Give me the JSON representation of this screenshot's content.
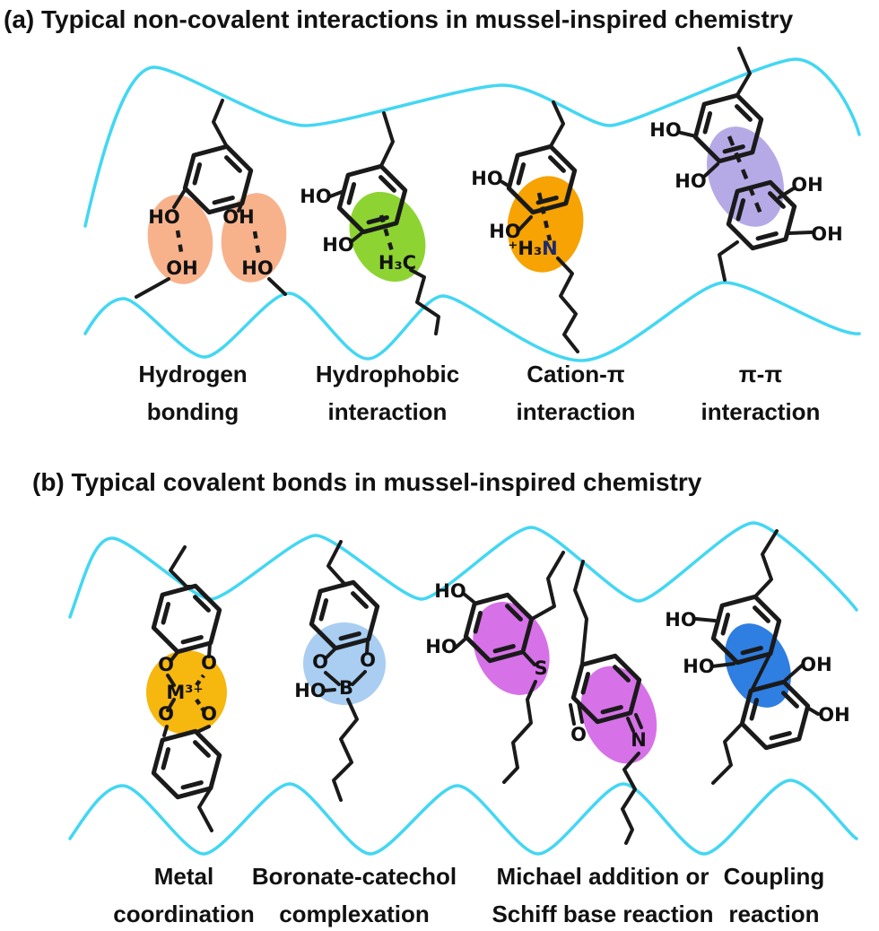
{
  "section_a": {
    "title": "(a) Typical non-covalent interactions in mussel-inspired chemistry",
    "items": [
      {
        "line1": "Hydrogen",
        "line2": "bonding",
        "color": "#f7b28c"
      },
      {
        "line1": "Hydrophobic",
        "line2": "interaction",
        "color": "#8dd432"
      },
      {
        "line1": "Cation-π",
        "line2": "interaction",
        "color": "#f6a303"
      },
      {
        "line1": "π-π",
        "line2": "interaction",
        "color": "#b6aae6"
      }
    ]
  },
  "section_b": {
    "title": "(b) Typical covalent bonds in mussel-inspired chemistry",
    "items": [
      {
        "line1": "Metal",
        "line2": "coordination",
        "color": "#f6b70e"
      },
      {
        "line1": "Boronate-catechol",
        "line2": "complexation",
        "color": "#a9cef1"
      },
      {
        "line1": "Michael addition or",
        "line2": "Schiff base reaction",
        "color": "#d671e8"
      },
      {
        "line1": "Coupling",
        "line2": "reaction",
        "color": "#2f7ee2"
      }
    ]
  },
  "atoms": {
    "ho": "HO",
    "oh": "OH",
    "o": "O",
    "n": "N",
    "s": "S",
    "b": "B",
    "h3c": "H₃C",
    "h3_plus": "⁺H₃",
    "m3_plus": "M³⁺"
  },
  "colors": {
    "wave": "#42d7f3",
    "bond": "#1a1a1a",
    "heteroatom": "#1c2a72"
  }
}
